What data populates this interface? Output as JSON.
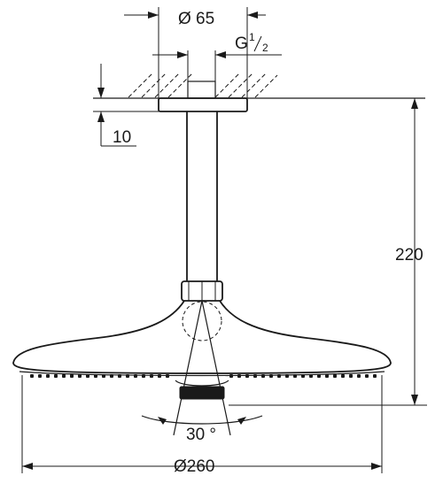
{
  "dimensions": {
    "flange_diameter": "Ø 65",
    "thread": {
      "letter": "G",
      "numerator": "1",
      "denominator": "2"
    },
    "flange_depth": "10",
    "arm_length": "220",
    "spray_angle": "30 °",
    "head_diameter": "Ø260"
  }
}
